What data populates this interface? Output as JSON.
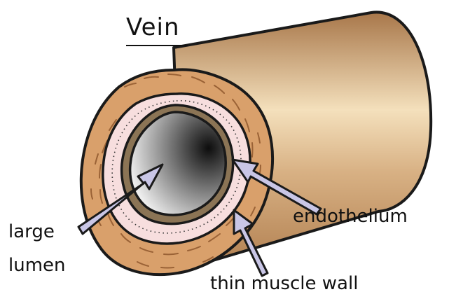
{
  "title": "Vein",
  "labels": {
    "large": "large",
    "lumen": "lumen",
    "endothelium": "endothelium",
    "muscle": "thin muscle wall"
  },
  "colors": {
    "tube_dark": "#b9895b",
    "tube_light": "#f3dcb6",
    "outer_layer": "#d7a06c",
    "muscle_layer": "#f6dede",
    "endothelium": "#8a7253",
    "lumen_dark": "#1a1a1a",
    "lumen_light": "#eeeeee",
    "arrow_fill": "#c9c6e6",
    "outline": "#1a1a1a"
  }
}
